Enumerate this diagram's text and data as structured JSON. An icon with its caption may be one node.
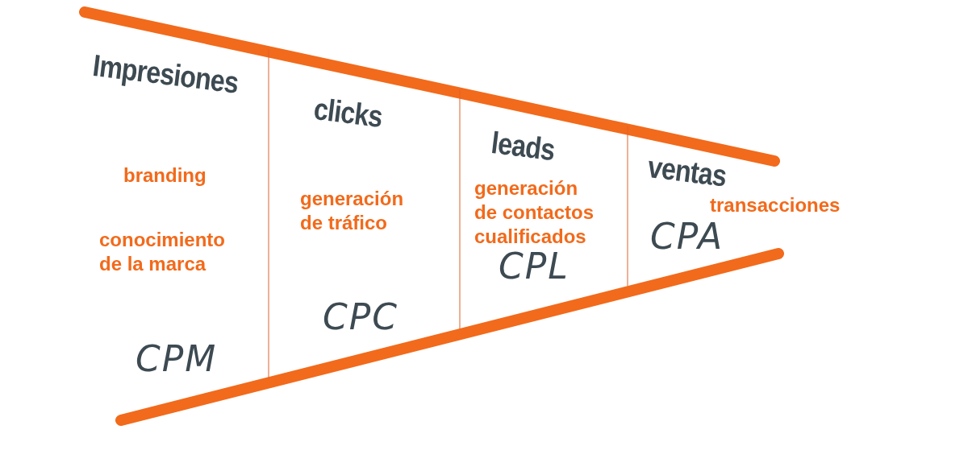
{
  "diagram": {
    "nodes": [
      {
        "text": [
          "Impresiones",
          "branding",
          "conocimiento de la marca",
          "CPM"
        ]
      },
      {
        "text": [
          "clicks",
          "generación de tráfico",
          "CPC"
        ]
      },
      {
        "text": [
          "leads",
          "generación de contactos cualificados",
          "CPL"
        ]
      },
      {
        "text": [
          "ventas",
          "transacciones",
          "CPA"
        ]
      }
    ],
    "edges": []
  }
}
